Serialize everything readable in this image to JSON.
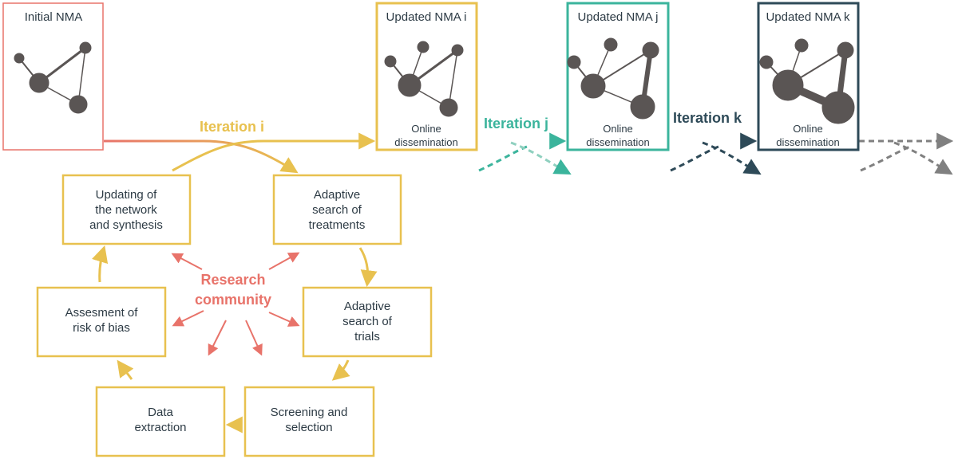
{
  "colors": {
    "initial": "#e8736a",
    "iteration_i": "#e8c14f",
    "iteration_j": "#3bb49c",
    "iteration_k": "#2e4a58",
    "node": "#5a5554",
    "research": "#e8736a",
    "text": "#2d3b45",
    "future": "#808080"
  },
  "nma_boxes": {
    "initial": {
      "title": "Initial NMA"
    },
    "i": {
      "title": "Updated NMA i",
      "sub1": "Online",
      "sub2": "dissemination"
    },
    "j": {
      "title": "Updated NMA j",
      "sub1": "Online",
      "sub2": "dissemination"
    },
    "k": {
      "title": "Updated NMA k",
      "sub1": "Online",
      "sub2": "dissemination"
    }
  },
  "iterations": {
    "i": "Iteration i",
    "j": "Iteration j",
    "k": "Iteration k"
  },
  "research": {
    "line1": "Research",
    "line2": "community"
  },
  "steps": {
    "updating": [
      "Updating of",
      "the network",
      "and synthesis"
    ],
    "treatments": [
      "Adaptive",
      "search of",
      "treatments"
    ],
    "trials": [
      "Adaptive",
      "search of",
      "trials"
    ],
    "screening": [
      "Screening and",
      "selection"
    ],
    "extraction": [
      "Data",
      "extraction"
    ],
    "bias": [
      "Assesment of",
      "risk of bias"
    ]
  }
}
